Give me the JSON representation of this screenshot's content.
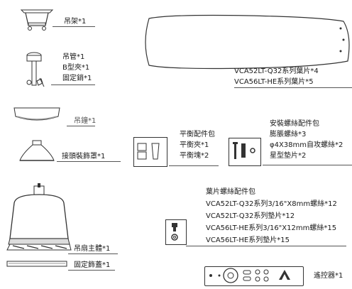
{
  "parts": {
    "bracket": {
      "label": "吊架*1"
    },
    "downrod": {
      "lines": [
        "吊管*1",
        "B型夾*1",
        "固定銷*1"
      ]
    },
    "canopy": {
      "label": "吊鐘*1"
    },
    "coupler_cover": {
      "label": "接頭裝飾罩*1"
    },
    "motor": {
      "label": "吊扇主體*1"
    },
    "trim_cover": {
      "label": "固定飾蓋*1"
    },
    "blades": {
      "lines": [
        "VCA52LT-Q32系列葉片*4",
        "VCA56LT-HE系列葉片*5"
      ]
    },
    "balance_kit": {
      "lines": [
        "平衡配件包",
        "平衡夾*1",
        "平衡塊*2"
      ]
    },
    "mount_kit": {
      "lines": [
        "安裝螺絲配件包",
        "膨脹螺絲*3",
        "φ4X38mm自攻螺絲*2",
        "星型墊片*2"
      ]
    },
    "blade_kit": {
      "lines": [
        "葉片螺絲配件包",
        "VCA52LT-Q32系列3/16\"X8mm螺絲*12",
        "VCA52LT-Q32系列墊片*12",
        "VCA56LT-HE系列3/16\"X12mm螺絲*15",
        "VCA56LT-HE系列墊片*15"
      ]
    },
    "remote": {
      "label": "遙控器*1"
    }
  }
}
